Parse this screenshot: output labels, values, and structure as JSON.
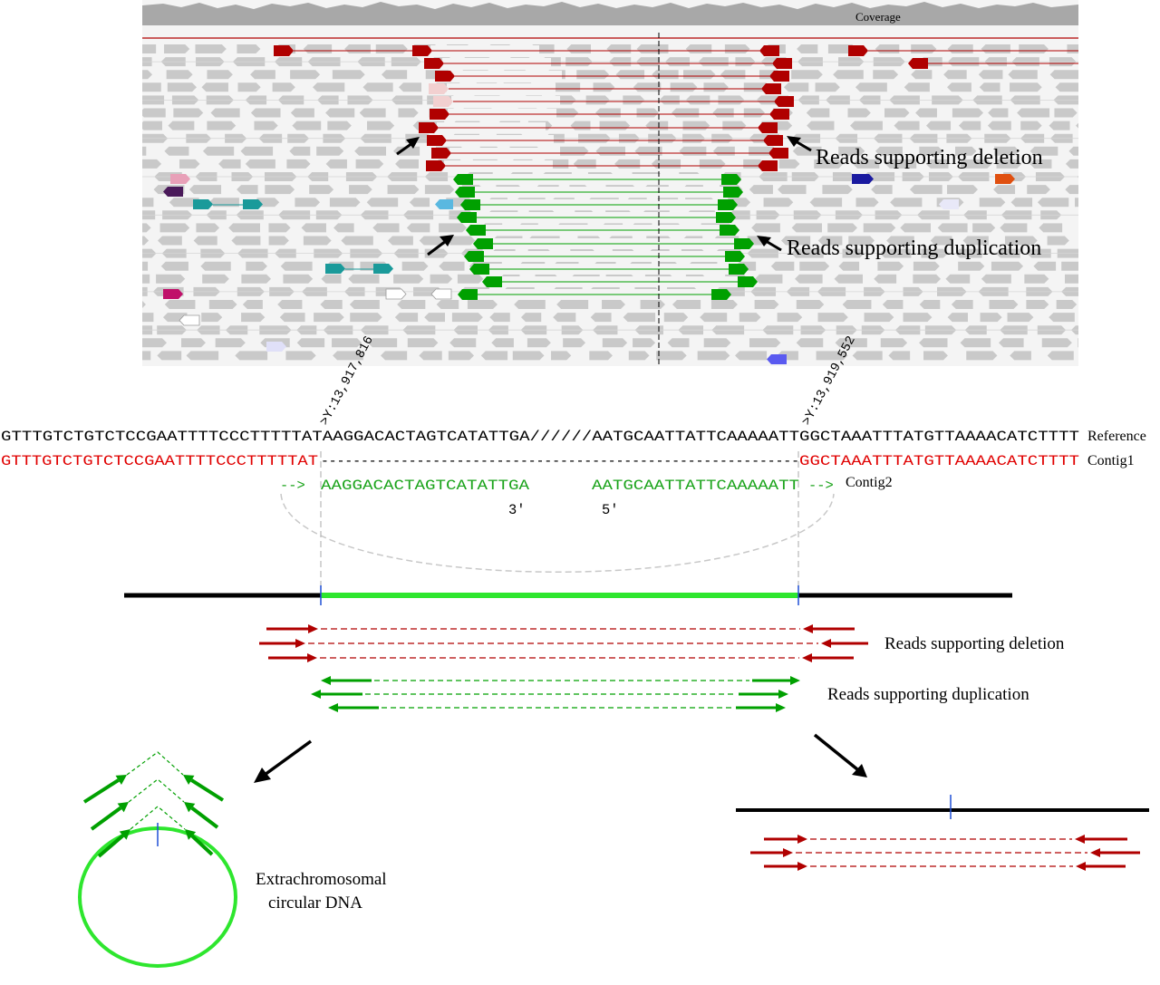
{
  "colors": {
    "deletion": "#b00000",
    "duplication": "#00a000",
    "bright_green": "#2ee62e",
    "grey_read": "#c9c9c9",
    "reference_text": "#000000",
    "contig1_text": "#e00000",
    "contig2_text": "#1aa31a",
    "junction_tick": "#1f4fd6"
  },
  "igv": {
    "coverage_label": "Coverage",
    "deletion_label": "Reads supporting deletion",
    "duplication_label": "Reads supporting duplication"
  },
  "coordinates": {
    "left": ">Y:13,917,816",
    "right": ">Y:13,919,552"
  },
  "sequences": {
    "reference": "GTTTGTCTGTCTCCGAATTTTCCCTTTTTATAAGGACACTAGTCATATTGA//////AATGCAATTATTCAAAAATTGGCTAAATTTATGTTAAAACATCTTTT",
    "reference_label": "Reference",
    "contig1_left": "GTTTGTCTGTCTCCGAATTTTCCCTTTTTAT",
    "contig1_gap": "------------------------------------------------------------",
    "contig1_right": "GGCTAAATTTATGTTAAAACATCTTTT",
    "contig1_label": "Contig1",
    "contig2_arrow_left": "-->",
    "contig2_seq_a": "AAGGACACTAGTCATATTGA",
    "contig2_seq_b": "AATGCAATTATTCAAAAATT",
    "contig2_arrow_right": "-->",
    "contig2_label": "Contig2",
    "end_3": "3′",
    "end_5": "5′"
  },
  "schematic": {
    "deletion_label": "Reads supporting deletion",
    "duplication_label": "Reads supporting duplication",
    "eccdna_label_line1": "Extrachromosomal",
    "eccdna_label_line2": "circular DNA"
  }
}
